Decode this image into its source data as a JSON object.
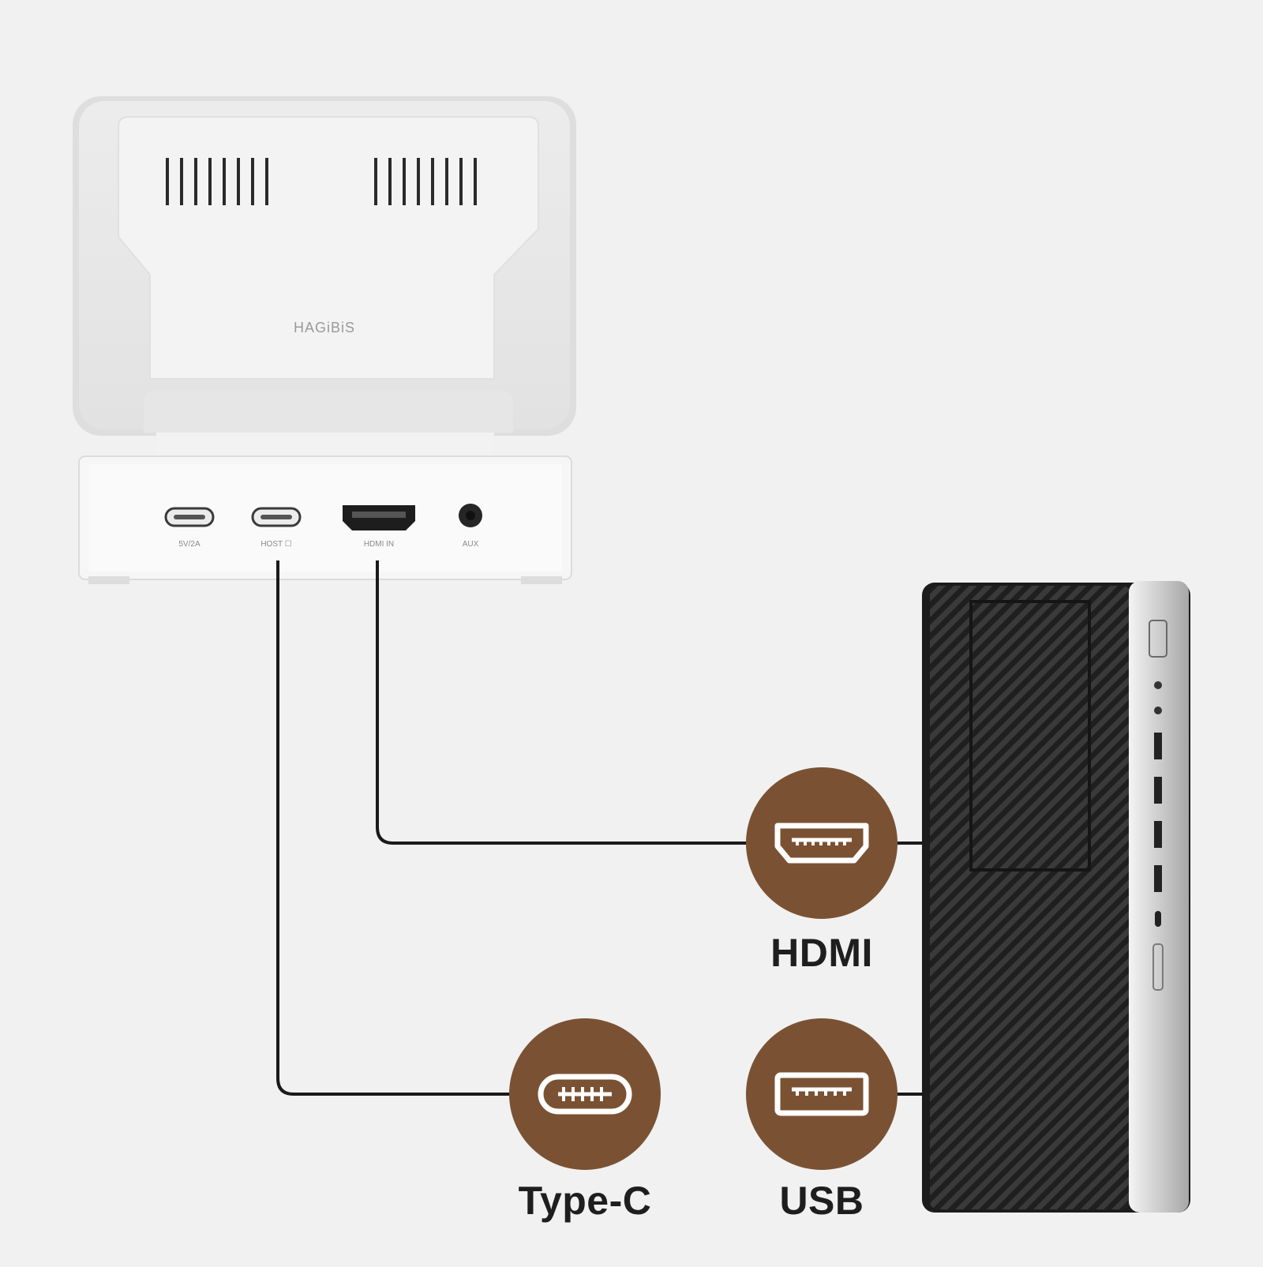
{
  "colors": {
    "background": "#f1f1f1",
    "badge": "#7a5233",
    "cable": "#1a1a1a",
    "device": "#ededed",
    "tower_mesh": "#2c2c2c"
  },
  "monitor": {
    "brand": "HAGiBiS"
  },
  "dock_ports": [
    {
      "icon": "usb-c-port-icon",
      "label": "5V/2A"
    },
    {
      "icon": "usb-c-port-icon",
      "label": "HOST ☐"
    },
    {
      "icon": "hdmi-port-icon",
      "label": "HDMI IN"
    },
    {
      "icon": "audio-jack-icon",
      "label": "AUX"
    }
  ],
  "connections": [
    {
      "icon": "hdmi-icon",
      "label": "HDMI"
    },
    {
      "icon": "usb-c-icon",
      "label": "Type-C"
    },
    {
      "icon": "usb-a-icon",
      "label": "USB"
    }
  ]
}
